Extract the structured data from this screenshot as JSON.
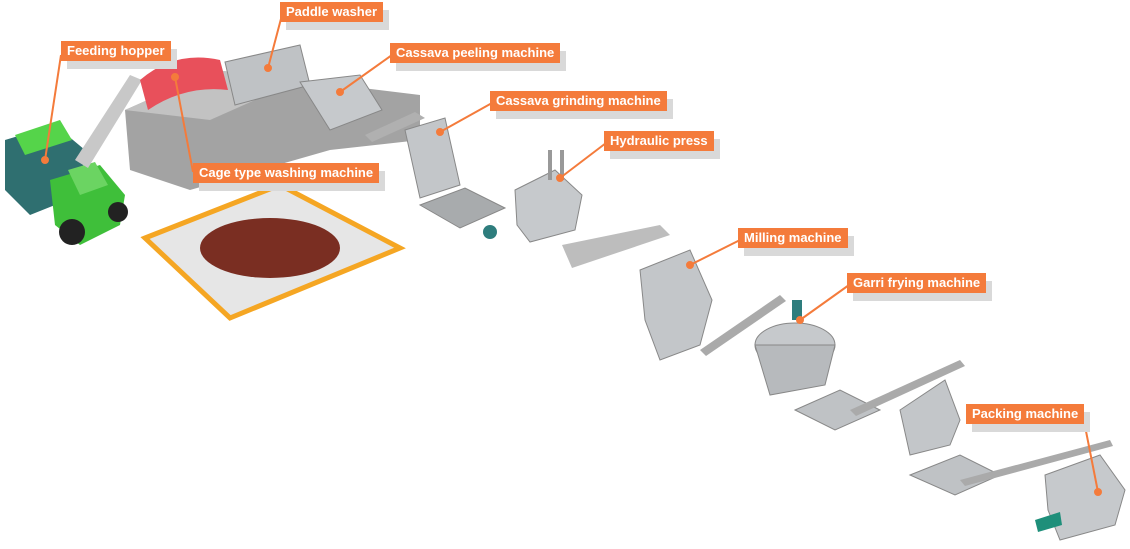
{
  "labels": {
    "feeding_hopper": "Feeding hopper",
    "paddle_washer": "Paddle washer",
    "cassava_peeling": "Cassava peeling machine",
    "cassava_grinding": "Cassava grinding machine",
    "hydraulic_press": "Hydraulic press",
    "cage_washing": "Cage type washing machine",
    "milling": "Milling machine",
    "garri_frying": "Garri frying machine",
    "packing": "Packing machine"
  },
  "colors": {
    "label_bg": "#f47b3b",
    "leader_line": "#f47b3b",
    "steel": "#b9bcbf",
    "concrete": "#9a9a9a",
    "tractor": "#3fbf3a",
    "cage_drum": "#e8505b",
    "mat_border": "#f5a623",
    "cassava": "#7a2e22"
  }
}
